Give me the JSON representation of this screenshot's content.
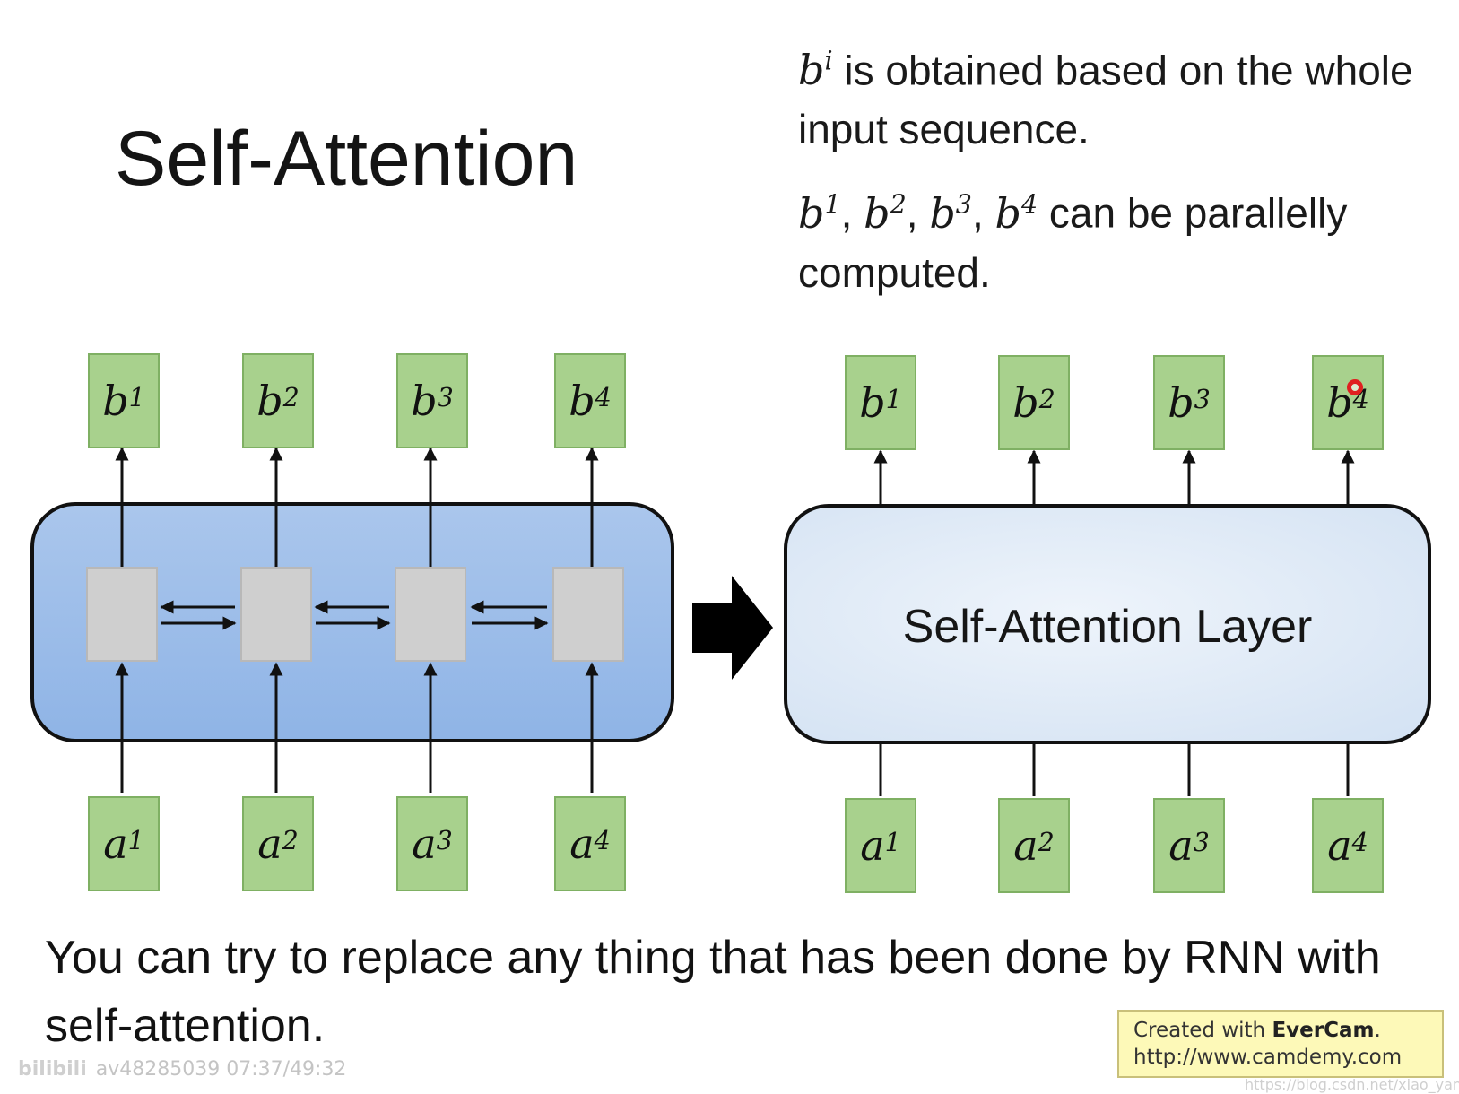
{
  "slide": {
    "title": "Self-Attention",
    "note1": {
      "var": "b",
      "sup": "i",
      "text": " is obtained based on the whole input sequence."
    },
    "note2": {
      "vars": [
        {
          "var": "b",
          "sup": "1",
          "sep": ", "
        },
        {
          "var": "b",
          "sup": "2",
          "sep": ", "
        },
        {
          "var": "b",
          "sup": "3",
          "sep": ", "
        },
        {
          "var": "b",
          "sup": "4",
          "sep": ""
        }
      ],
      "text": " can be parallelly computed."
    },
    "footer": "You can try to replace any thing that has been done by RNN with self-attention."
  },
  "diagram": {
    "left": {
      "outputs": [
        {
          "v": "b",
          "s": "1"
        },
        {
          "v": "b",
          "s": "2"
        },
        {
          "v": "b",
          "s": "3"
        },
        {
          "v": "b",
          "s": "4"
        }
      ],
      "inputs": [
        {
          "v": "a",
          "s": "1"
        },
        {
          "v": "a",
          "s": "2"
        },
        {
          "v": "a",
          "s": "3"
        },
        {
          "v": "a",
          "s": "4"
        }
      ]
    },
    "right": {
      "layer_label": "Self-Attention Layer",
      "outputs": [
        {
          "v": "b",
          "s": "1"
        },
        {
          "v": "b",
          "s": "2"
        },
        {
          "v": "b",
          "s": "3"
        },
        {
          "v": "b",
          "s": "4"
        }
      ],
      "inputs": [
        {
          "v": "a",
          "s": "1"
        },
        {
          "v": "a",
          "s": "2"
        },
        {
          "v": "a",
          "s": "3"
        },
        {
          "v": "a",
          "s": "4"
        }
      ]
    }
  },
  "overlay": {
    "evercam_line1_prefix": "Created with ",
    "evercam_brand": "EverCam",
    "evercam_line1_suffix": ".",
    "evercam_url": "http://www.camdemy.com",
    "watermark_logo": "bilibili",
    "watermark_text": "av48285039 07:37/49:32",
    "watermark_blog": "https://blog.csdn.net/xiao_yanling"
  },
  "colors": {
    "green_box": "#a8d18d",
    "rnn_panel": "#99bbe8",
    "cell": "#cfcfcf",
    "sa_panel": "#dbe7f5",
    "cursor": "#e02020"
  }
}
